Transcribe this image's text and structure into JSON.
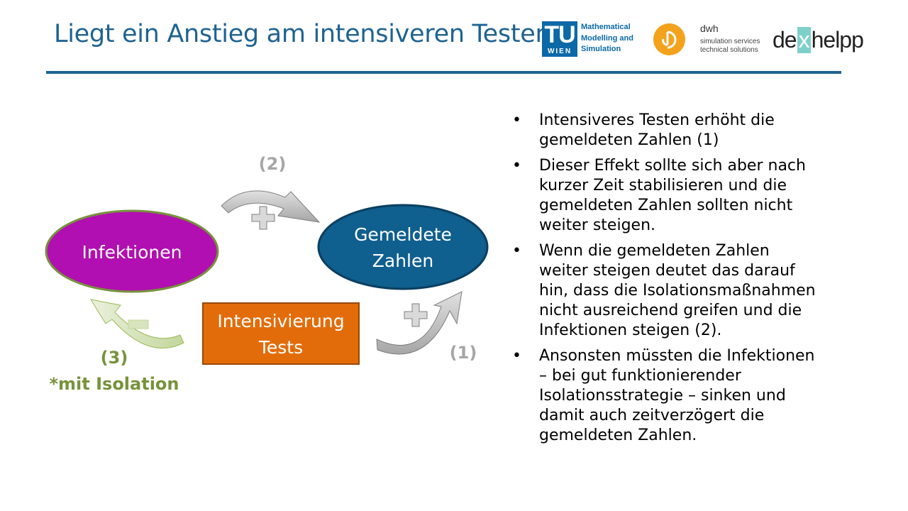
{
  "title": "Liegt ein Anstieg am intensiveren Testen?",
  "logos": {
    "tu": {
      "mark": "TU",
      "sub": "WIEN",
      "lines": [
        "Mathematical",
        "Modelling and",
        "Simulation"
      ]
    },
    "dwh": {
      "name": "dwh",
      "sub1": "simulation services",
      "sub2": "technical solutions"
    },
    "dexhelpp": {
      "pre": "de",
      "box": "x",
      "post": "helpp"
    }
  },
  "diagram": {
    "nodes": {
      "infektionen": "Infektionen",
      "gemeldete_line1": "Gemeldete",
      "gemeldete_line2": "Zahlen",
      "tests_line1": "Intensivierung",
      "tests_line2": "Tests"
    },
    "labels": {
      "two": "(2)",
      "one": "(1)",
      "three": "(3)",
      "isolation": "*mit Isolation",
      "minus": "-"
    },
    "colors": {
      "infektionen": "#b10fb1",
      "gemeldete": "#0f5f8f",
      "tests": "#e36c0a",
      "arrow_grey": "#bfbfbf",
      "arrow_green": "#c3d69b",
      "label_grey": "#a6a6a6",
      "label_green": "#77933c"
    }
  },
  "bullets": [
    {
      "lines": [
        "Intensiveres Testen erhöht die",
        "gemeldeten Zahlen (1)"
      ]
    },
    {
      "lines": [
        "Dieser Effekt sollte sich aber nach",
        "kurzer Zeit stabilisieren und die",
        "gemeldeten Zahlen sollten nicht",
        "weiter steigen."
      ]
    },
    {
      "lines": [
        "Wenn die gemeldeten Zahlen",
        "weiter steigen deutet das darauf",
        "hin, dass die Isolationsmaßnahmen",
        "nicht ausreichend greifen und die",
        "Infektionen steigen (2)."
      ]
    },
    {
      "lines": [
        "Ansonsten müssten die Infektionen",
        "– bei gut funktionierender",
        "Isolationsstrategie – sinken und",
        "damit auch zeitverzögert die",
        "gemeldeten Zahlen."
      ]
    }
  ]
}
